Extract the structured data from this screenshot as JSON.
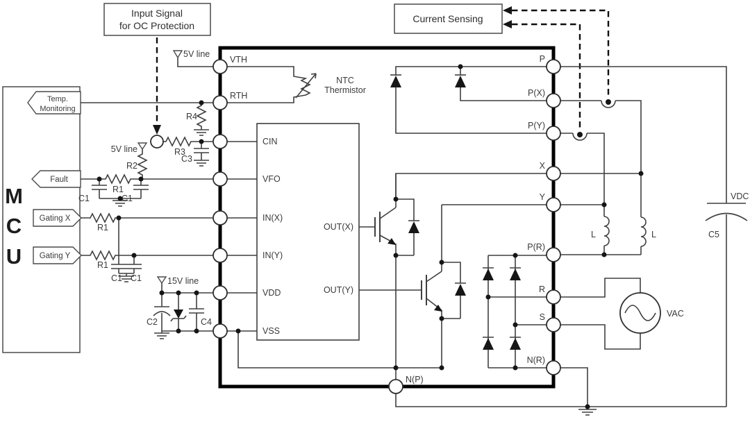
{
  "callouts": {
    "input_signal": {
      "line1": "Input Signal",
      "line2": "for OC Protection"
    },
    "current_sensing": "Current Sensing"
  },
  "mcu": {
    "letters": [
      "M",
      "C",
      "U"
    ],
    "temp_line1": "Temp.",
    "temp_line2": "Monitoring",
    "fault": "Fault",
    "gating_x": "Gating X",
    "gating_y": "Gating Y"
  },
  "supplies": {
    "v5": "5V line",
    "v15": "15V line"
  },
  "module": {
    "pins_left": {
      "vth": "VTH",
      "rth": "RTH"
    },
    "controller": {
      "cin": "CIN",
      "vfo": "VFO",
      "inx": "IN(X)",
      "iny": "IN(Y)",
      "vdd": "VDD",
      "vss": "VSS",
      "outx": "OUT(X)",
      "outy": "OUT(Y)"
    },
    "pins_right": {
      "p": "P",
      "px": "P(X)",
      "py": "P(Y)",
      "x": "X",
      "y": "Y",
      "pr": "P(R)",
      "r": "R",
      "s": "S",
      "nr": "N(R)"
    },
    "pin_bottom": {
      "np": "N(P)"
    }
  },
  "components": {
    "ntc_line1": "NTC",
    "ntc_line2": "Thermistor",
    "r1": "R1",
    "r2": "R2",
    "r3": "R3",
    "r4": "R4",
    "c1": "C1",
    "c2": "C2",
    "c3": "C3",
    "c4": "C4",
    "c5": "C5",
    "l": "L",
    "vdc": "VDC",
    "vac": "VAC"
  },
  "colors": {
    "wire": "#3f3f3f",
    "outline": "#000000",
    "text": "#3a3a3a",
    "background": "#ffffff"
  }
}
